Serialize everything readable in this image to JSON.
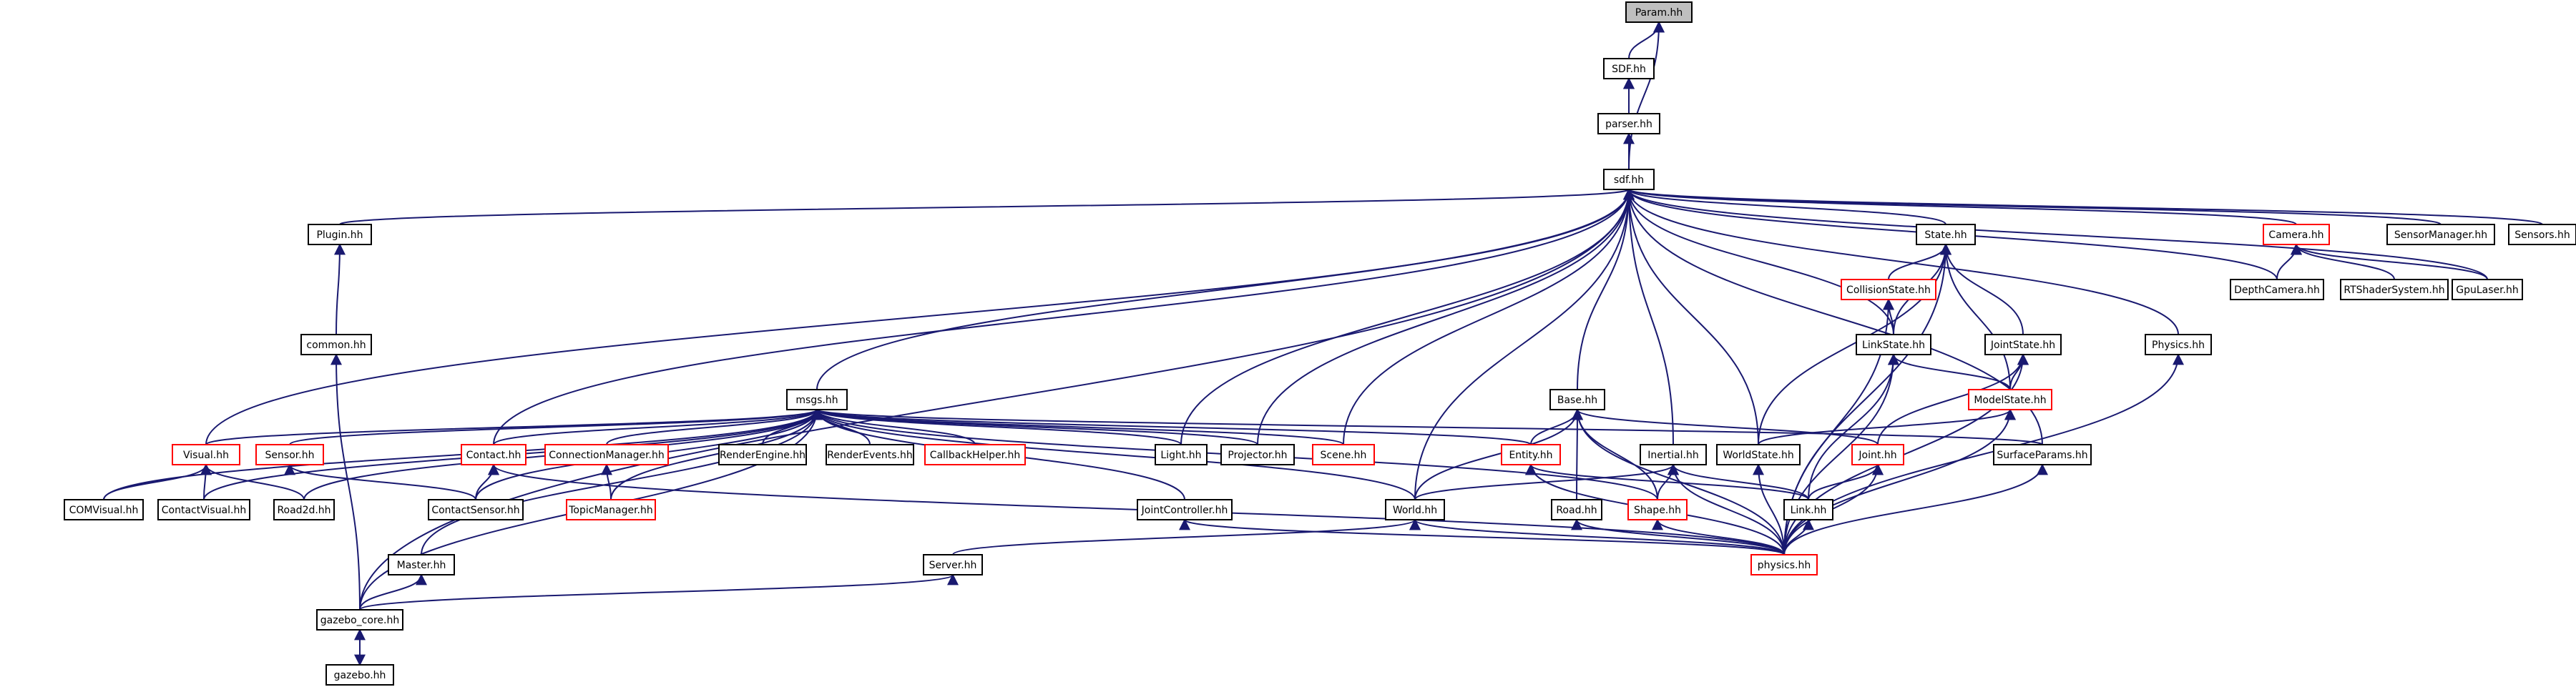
{
  "colors": {
    "background": "#ffffff",
    "edge": "#191970",
    "node_border_default": "#000000",
    "node_border_link": "#ff0000",
    "node_fill_root": "#bfbfbf",
    "node_fill": "#ffffff",
    "text": "#000000"
  },
  "nodes": [
    {
      "id": "param",
      "label": "Param.hh",
      "border": "black",
      "root": true
    },
    {
      "id": "sdf_upper",
      "label": "SDF.hh",
      "border": "black"
    },
    {
      "id": "parser",
      "label": "parser.hh",
      "border": "black"
    },
    {
      "id": "sdf",
      "label": "sdf.hh",
      "border": "black"
    },
    {
      "id": "plugin",
      "label": "Plugin.hh",
      "border": "black"
    },
    {
      "id": "common",
      "label": "common.hh",
      "border": "black"
    },
    {
      "id": "state",
      "label": "State.hh",
      "border": "black"
    },
    {
      "id": "camera",
      "label": "Camera.hh",
      "border": "red"
    },
    {
      "id": "sensormanager",
      "label": "SensorManager.hh",
      "border": "black"
    },
    {
      "id": "sensors",
      "label": "Sensors.hh",
      "border": "black"
    },
    {
      "id": "collisionstate",
      "label": "CollisionState.hh",
      "border": "red"
    },
    {
      "id": "depthcamera",
      "label": "DepthCamera.hh",
      "border": "black"
    },
    {
      "id": "rtshader",
      "label": "RTShaderSystem.hh",
      "border": "black"
    },
    {
      "id": "gpulaser",
      "label": "GpuLaser.hh",
      "border": "black"
    },
    {
      "id": "linkstate",
      "label": "LinkState.hh",
      "border": "black"
    },
    {
      "id": "jointstate",
      "label": "JointState.hh",
      "border": "black"
    },
    {
      "id": "physicsupper",
      "label": "Physics.hh",
      "border": "black"
    },
    {
      "id": "msgs",
      "label": "msgs.hh",
      "border": "black"
    },
    {
      "id": "base",
      "label": "Base.hh",
      "border": "black"
    },
    {
      "id": "modelstate",
      "label": "ModelState.hh",
      "border": "red"
    },
    {
      "id": "visual",
      "label": "Visual.hh",
      "border": "red"
    },
    {
      "id": "sensor",
      "label": "Sensor.hh",
      "border": "red"
    },
    {
      "id": "contact",
      "label": "Contact.hh",
      "border": "red"
    },
    {
      "id": "connectionmanager",
      "label": "ConnectionManager.hh",
      "border": "red"
    },
    {
      "id": "renderengine",
      "label": "RenderEngine.hh",
      "border": "black"
    },
    {
      "id": "renderevents",
      "label": "RenderEvents.hh",
      "border": "black"
    },
    {
      "id": "callbackhelper",
      "label": "CallbackHelper.hh",
      "border": "red"
    },
    {
      "id": "light",
      "label": "Light.hh",
      "border": "black"
    },
    {
      "id": "projector",
      "label": "Projector.hh",
      "border": "black"
    },
    {
      "id": "scene",
      "label": "Scene.hh",
      "border": "red"
    },
    {
      "id": "entity",
      "label": "Entity.hh",
      "border": "red"
    },
    {
      "id": "inertial",
      "label": "Inertial.hh",
      "border": "black"
    },
    {
      "id": "worldstate",
      "label": "WorldState.hh",
      "border": "black"
    },
    {
      "id": "joint",
      "label": "Joint.hh",
      "border": "red"
    },
    {
      "id": "surfaceparams",
      "label": "SurfaceParams.hh",
      "border": "black"
    },
    {
      "id": "comvisual",
      "label": "COMVisual.hh",
      "border": "black"
    },
    {
      "id": "contactvisual",
      "label": "ContactVisual.hh",
      "border": "black"
    },
    {
      "id": "road2d",
      "label": "Road2d.hh",
      "border": "black"
    },
    {
      "id": "contactsensor",
      "label": "ContactSensor.hh",
      "border": "black"
    },
    {
      "id": "topicmanager",
      "label": "TopicManager.hh",
      "border": "red"
    },
    {
      "id": "jointcontroller",
      "label": "JointController.hh",
      "border": "black"
    },
    {
      "id": "world",
      "label": "World.hh",
      "border": "black"
    },
    {
      "id": "road",
      "label": "Road.hh",
      "border": "black"
    },
    {
      "id": "shape",
      "label": "Shape.hh",
      "border": "red"
    },
    {
      "id": "link",
      "label": "Link.hh",
      "border": "black"
    },
    {
      "id": "master",
      "label": "Master.hh",
      "border": "black"
    },
    {
      "id": "server",
      "label": "Server.hh",
      "border": "black"
    },
    {
      "id": "physics",
      "label": "physics.hh",
      "border": "red"
    },
    {
      "id": "gazebocore",
      "label": "gazebo_core.hh",
      "border": "black"
    },
    {
      "id": "gazebo",
      "label": "gazebo.hh",
      "border": "black"
    }
  ],
  "edges": [
    [
      "sdf_upper",
      "param"
    ],
    [
      "sdf",
      "param"
    ],
    [
      "parser",
      "sdf_upper"
    ],
    [
      "sdf",
      "sdf_upper"
    ],
    [
      "sdf",
      "parser"
    ],
    [
      "plugin",
      "sdf"
    ],
    [
      "state",
      "sdf"
    ],
    [
      "camera",
      "sdf"
    ],
    [
      "sensormanager",
      "sdf"
    ],
    [
      "sensors",
      "sdf"
    ],
    [
      "depthcamera",
      "sdf"
    ],
    [
      "gpulaser",
      "sdf"
    ],
    [
      "physicsupper",
      "sdf"
    ],
    [
      "msgs",
      "sdf"
    ],
    [
      "base",
      "sdf"
    ],
    [
      "linkstate",
      "sdf"
    ],
    [
      "surfaceparams",
      "sdf"
    ],
    [
      "inertial",
      "sdf"
    ],
    [
      "worldstate",
      "sdf"
    ],
    [
      "world",
      "sdf"
    ],
    [
      "light",
      "sdf"
    ],
    [
      "projector",
      "sdf"
    ],
    [
      "scene",
      "sdf"
    ],
    [
      "visual",
      "sdf"
    ],
    [
      "contact",
      "sdf"
    ],
    [
      "gazebocore",
      "sdf"
    ],
    [
      "common",
      "plugin"
    ],
    [
      "gazebocore",
      "common"
    ],
    [
      "collisionstate",
      "state"
    ],
    [
      "linkstate",
      "state"
    ],
    [
      "jointstate",
      "state"
    ],
    [
      "modelstate",
      "state"
    ],
    [
      "worldstate",
      "state"
    ],
    [
      "physics",
      "state"
    ],
    [
      "depthcamera",
      "camera"
    ],
    [
      "rtshader",
      "camera"
    ],
    [
      "gpulaser",
      "camera"
    ],
    [
      "linkstate",
      "collisionstate"
    ],
    [
      "physics",
      "collisionstate"
    ],
    [
      "modelstate",
      "linkstate"
    ],
    [
      "link",
      "linkstate"
    ],
    [
      "physics",
      "linkstate"
    ],
    [
      "modelstate",
      "jointstate"
    ],
    [
      "joint",
      "jointstate"
    ],
    [
      "physics",
      "jointstate"
    ],
    [
      "physics",
      "physicsupper"
    ],
    [
      "worldstate",
      "modelstate"
    ],
    [
      "physics",
      "modelstate"
    ],
    [
      "entity",
      "base"
    ],
    [
      "world",
      "base"
    ],
    [
      "road",
      "base"
    ],
    [
      "shape",
      "base"
    ],
    [
      "joint",
      "base"
    ],
    [
      "physics",
      "base"
    ],
    [
      "comvisual",
      "msgs"
    ],
    [
      "visual",
      "msgs"
    ],
    [
      "sensor",
      "msgs"
    ],
    [
      "contactvisual",
      "msgs"
    ],
    [
      "road2d",
      "msgs"
    ],
    [
      "contactsensor",
      "msgs"
    ],
    [
      "contact",
      "msgs"
    ],
    [
      "connectionmanager",
      "msgs"
    ],
    [
      "topicmanager",
      "msgs"
    ],
    [
      "renderengine",
      "msgs"
    ],
    [
      "renderevents",
      "msgs"
    ],
    [
      "callbackhelper",
      "msgs"
    ],
    [
      "jointcontroller",
      "msgs"
    ],
    [
      "light",
      "msgs"
    ],
    [
      "projector",
      "msgs"
    ],
    [
      "scene",
      "msgs"
    ],
    [
      "entity",
      "msgs"
    ],
    [
      "world",
      "msgs"
    ],
    [
      "shape",
      "msgs"
    ],
    [
      "surfaceparams",
      "msgs"
    ],
    [
      "master",
      "msgs"
    ],
    [
      "gazebocore",
      "msgs"
    ],
    [
      "comvisual",
      "visual"
    ],
    [
      "contactvisual",
      "visual"
    ],
    [
      "road2d",
      "visual"
    ],
    [
      "contactsensor",
      "sensor"
    ],
    [
      "contactsensor",
      "contact"
    ],
    [
      "physics",
      "contact"
    ],
    [
      "topicmanager",
      "connectionmanager"
    ],
    [
      "physics",
      "jointcontroller"
    ],
    [
      "physics",
      "entity"
    ],
    [
      "link",
      "entity"
    ],
    [
      "world",
      "inertial"
    ],
    [
      "shape",
      "inertial"
    ],
    [
      "link",
      "inertial"
    ],
    [
      "physics",
      "inertial"
    ],
    [
      "physics",
      "worldstate"
    ],
    [
      "link",
      "joint"
    ],
    [
      "physics",
      "joint"
    ],
    [
      "physics",
      "surfaceparams"
    ],
    [
      "server",
      "world"
    ],
    [
      "physics",
      "world"
    ],
    [
      "physics",
      "road"
    ],
    [
      "physics",
      "shape"
    ],
    [
      "physics",
      "link"
    ],
    [
      "gazebocore",
      "master"
    ],
    [
      "gazebocore",
      "server"
    ],
    [
      "gazebo",
      "gazebocore"
    ],
    [
      "gazebocore",
      "gazebo"
    ]
  ]
}
